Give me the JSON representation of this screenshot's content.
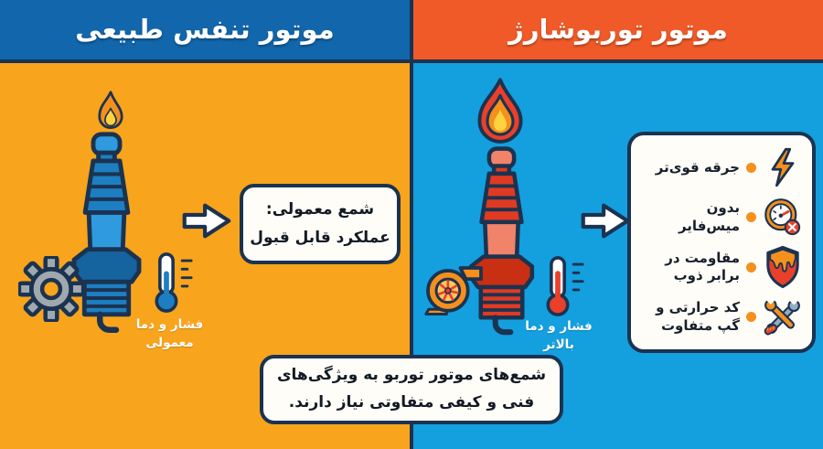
{
  "left": {
    "title": "موتور تنفس طبیعی",
    "callout": {
      "line1": "شمع معمولی:",
      "line2": "عملکرد قابل قبول"
    },
    "pressure": {
      "line1": "فشار و دما",
      "line2": "معمولی"
    },
    "icons": [
      "flame-icon",
      "spark-plug-icon",
      "gear-icon",
      "thermometer-icon",
      "arrow-right-icon"
    ]
  },
  "right": {
    "title": "موتور توربوشارژ",
    "pressure": {
      "line1": "فشار و دما",
      "line2": "بالاتر"
    },
    "features": [
      {
        "label": "جرقه قوی‌تر",
        "icon": "lightning-icon"
      },
      {
        "label": "بدون میس‌فایر",
        "icon": "gauge-icon"
      },
      {
        "label": "مقاومت در برابر ذوب",
        "icon": "shield-icon"
      },
      {
        "label": "کد حرارتی و گپ متفاوت",
        "icon": "tools-icon"
      }
    ],
    "icons": [
      "flame-icon",
      "spark-plug-icon",
      "turbocharger-icon",
      "thermometer-icon",
      "arrow-right-icon"
    ]
  },
  "footer": {
    "line1": "شمع‌های موتور توربو به ویژگی‌های",
    "line2": "فنی و کیفی متفاوتی نیاز دارند."
  },
  "colors": {
    "navy": "#1b3350",
    "header_blue": "#1266ab",
    "header_orange": "#ef5a28",
    "body_orange": "#f8a41d",
    "body_blue": "#149fdf",
    "accent_orange": "#f5901d",
    "accent_red": "#e8402a",
    "flame_yellow": "#ffd23f",
    "plug_blue_main": "#1d7fc2",
    "plug_blue_light": "#2f9ade",
    "plug_blue_dark": "#15639f",
    "plug_red_main": "#e03a22",
    "plug_red_light": "#f0836a",
    "plug_red_dark": "#c92f12",
    "gear_gray": "#9fa9ae",
    "tool_gray": "#93aec4"
  }
}
